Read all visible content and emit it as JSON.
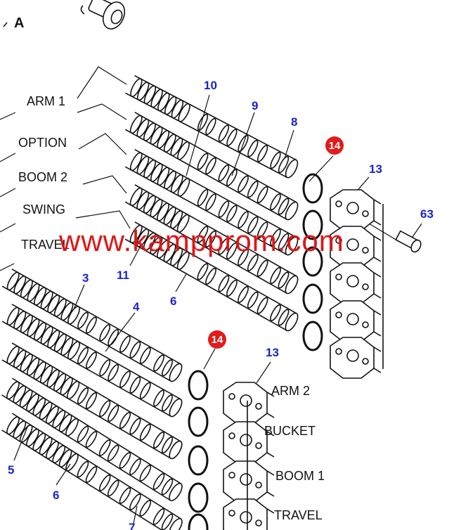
{
  "corner_label": "A",
  "watermark": "www.kampprom.com",
  "spool_labels": {
    "arm1": "ARM 1",
    "option": "OPTION",
    "boom2": "BOOM 2",
    "swing": "SWING",
    "travel_upper": "TRAVEL",
    "arm2": "ARM 2",
    "bucket": "BUCKET",
    "boom1": "BOOM 1",
    "travel_lower": "TRAVEL"
  },
  "part_numbers": {
    "p10": "10",
    "p9": "9",
    "p8": "8",
    "p13_upper": "13",
    "p63": "63",
    "p11": "11",
    "p3": "3",
    "p4": "4",
    "p6_upper": "6",
    "p13_lower": "13",
    "p5": "5",
    "p6_lower": "6",
    "p7": "7"
  },
  "highlighted_parts": {
    "p14_upper": "14",
    "p14_lower": "14"
  },
  "colors": {
    "line": "#111111",
    "part_number": "#1a24c8",
    "highlight_badge": "#e21b1b",
    "watermark": "#e01414"
  }
}
